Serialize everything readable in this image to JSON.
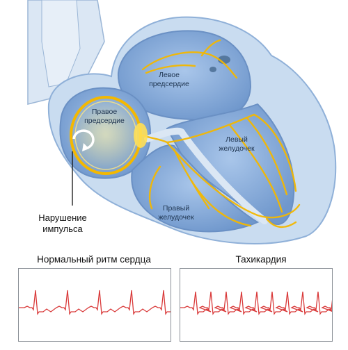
{
  "labels": {
    "left_atrium": [
      "Левое",
      "предсердие"
    ],
    "right_atrium": [
      "Правое",
      "предсердие"
    ],
    "left_ventricle": [
      "Левый",
      "желудочек"
    ],
    "right_ventricle": [
      "Правый",
      "желудочек"
    ],
    "impulse_disorder": [
      "Нарушение",
      "импульса"
    ]
  },
  "ecg": {
    "normal_title": "Нормальный ритм сердца",
    "tachy_title": "Тахикардия"
  },
  "colors": {
    "heart_fill": "#c9dcf0",
    "chamber_fill": "#8fb2dc",
    "conduction": "#f4b800",
    "ecg_line": "#d93a3a"
  }
}
